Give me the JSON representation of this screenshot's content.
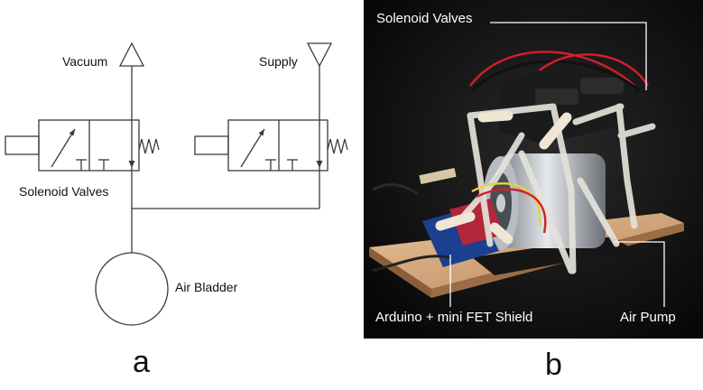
{
  "panel_a": {
    "letter": "a",
    "labels": {
      "vacuum": "Vacuum",
      "supply": "Supply",
      "valves": "Solenoid Valves",
      "bladder": "Air Bladder"
    }
  },
  "panel_b": {
    "letter": "b",
    "labels": {
      "valves": "Solenoid Valves",
      "arduino": "Arduino + mini FET Shield",
      "pump": "Air Pump"
    }
  }
}
